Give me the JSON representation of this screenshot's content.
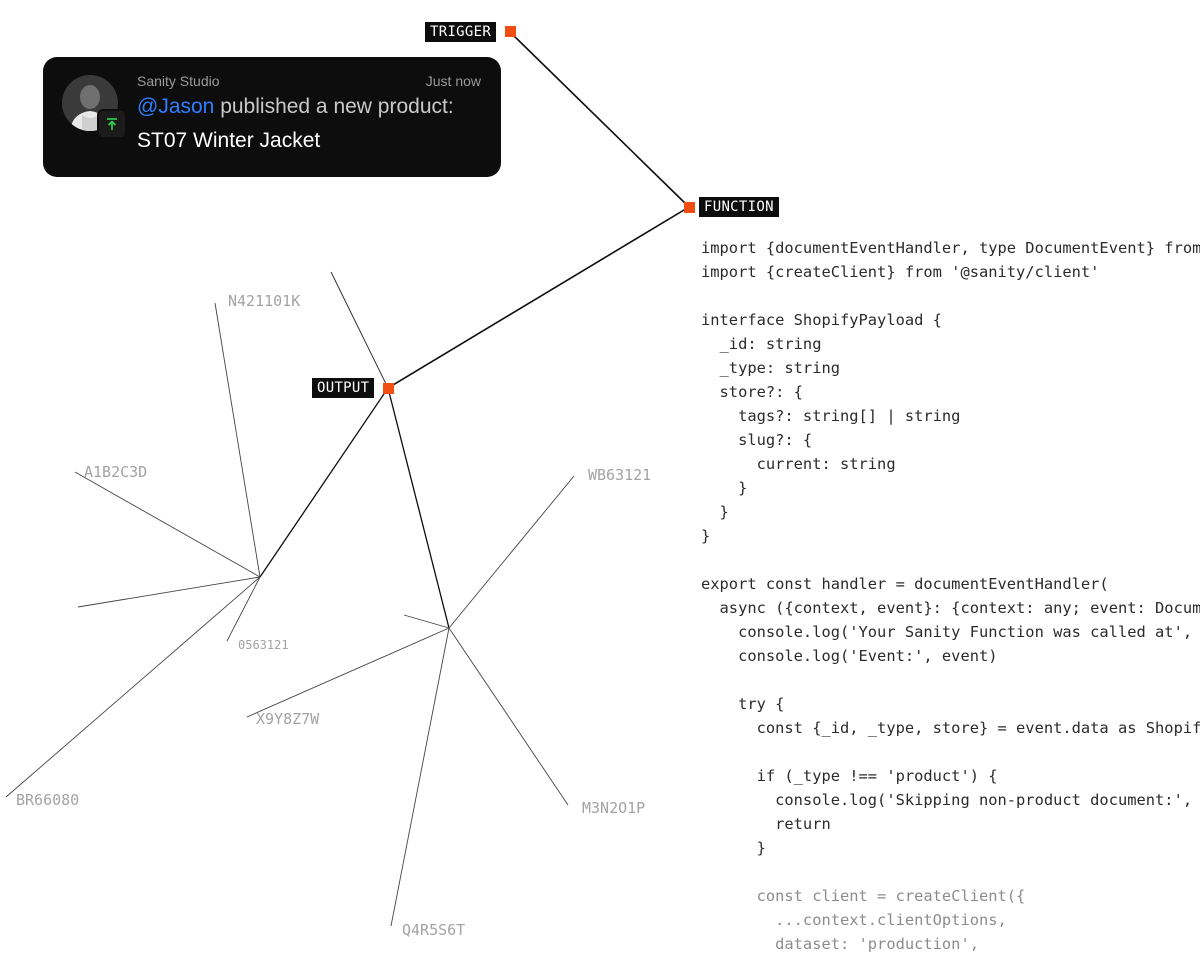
{
  "notification": {
    "app": "Sanity Studio",
    "time": "Just now",
    "mention": "@Jason",
    "message": " published a new product:",
    "product": "ST07 Winter Jacket",
    "avatar_icon": "person-avatar",
    "badge_icon": "publish-icon",
    "badge_color": "#2bd94a"
  },
  "flow": {
    "trigger": "TRIGGER",
    "function": "FUNCTION",
    "output": "OUTPUT",
    "accent": "#f24e12"
  },
  "tree_labels": {
    "n1": "N421101K",
    "n2": "A1B2C3D",
    "n3": "WB63121",
    "n4": "0563121",
    "n5": "X9Y8Z7W",
    "n6": "BR66080",
    "n7": "M3N2O1P",
    "n8": "Q4R5S6T"
  },
  "code": [
    "import {documentEventHandler, type DocumentEvent} from",
    "import {createClient} from '@sanity/client'",
    "",
    "interface ShopifyPayload {",
    "  _id: string",
    "  _type: string",
    "  store?: {",
    "    tags?: string[] | string",
    "    slug?: {",
    "      current: string",
    "    }",
    "  }",
    "}",
    "",
    "export const handler = documentEventHandler(",
    "  async ({context, event}: {context: any; event: Docum",
    "    console.log('Your Sanity Function was called at',",
    "    console.log('Event:', event)",
    "",
    "    try {",
    "      const {_id, _type, store} = event.data as Shopif",
    "",
    "      if (_type !== 'product') {",
    "        console.log('Skipping non-product document:',",
    "        return",
    "      }",
    "",
    "      const client = createClient({",
    "        ...context.clientOptions,",
    "        dataset: 'production',"
  ]
}
